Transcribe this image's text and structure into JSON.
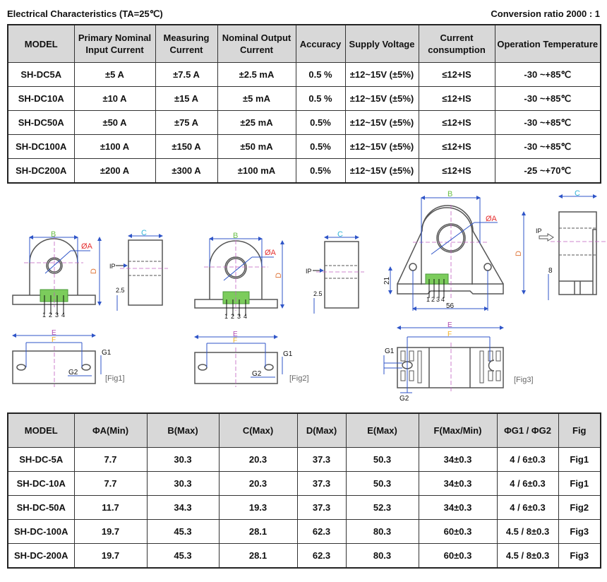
{
  "header": {
    "title": "Electrical Characteristics (TA=25℃)",
    "ratio": "Conversion ratio   2000 : 1"
  },
  "electrical": {
    "columns": [
      "MODEL",
      "Primary Nominal Input Current",
      "Measuring Current",
      "Nominal Output Current",
      "Accuracy",
      "Supply Voltage",
      "Current consumption",
      "Operation Temperature"
    ],
    "rows": [
      [
        "SH-DC5A",
        "±5 A",
        "±7.5 A",
        "±2.5 mA",
        "0.5 %",
        "±12~15V (±5%)",
        "≤12+IS",
        "-30 ~+85℃"
      ],
      [
        "SH-DC10A",
        "±10 A",
        "±15 A",
        "±5 mA",
        "0.5 %",
        "±12~15V (±5%)",
        "≤12+IS",
        "-30 ~+85℃"
      ],
      [
        "SH-DC50A",
        "±50 A",
        "±75 A",
        "±25 mA",
        "0.5%",
        "±12~15V (±5%)",
        "≤12+IS",
        "-30 ~+85℃"
      ],
      [
        "SH-DC100A",
        "±100 A",
        "±150 A",
        "±50 mA",
        "0.5%",
        "±12~15V (±5%)",
        "≤12+IS",
        "-30 ~+85℃"
      ],
      [
        "SH-DC200A",
        "±200 A",
        "±300 A",
        "±100 mA",
        "0.5%",
        "±12~15V (±5%)",
        "≤12+IS",
        "-25 ~+70℃"
      ]
    ]
  },
  "figures": {
    "labels": {
      "A": "ØA",
      "B": "B",
      "C": "C",
      "D": "D",
      "E": "E",
      "F": "F",
      "G1": "G1",
      "G2": "G2",
      "ip": "IP",
      "d25": "2.5",
      "d21": "21",
      "d56": "56",
      "d8": "8",
      "p1": "1",
      "p2": "2",
      "p3": "3",
      "p4": "4"
    },
    "captions": [
      "[Fig1]",
      "[Fig2]",
      "[Fig3]"
    ],
    "colors": {
      "dim": "#2f55c8",
      "A": "#e53030",
      "B": "#6cc04a",
      "C": "#33b5d8",
      "D": "#e07a40",
      "E": "#b04ab0",
      "F": "#f0b020",
      "center": "#c060c0",
      "terminal": "#7ccc5c"
    }
  },
  "dimensions": {
    "columns": [
      "MODEL",
      "ΦA(Min)",
      "B(Max)",
      "C(Max)",
      "D(Max)",
      "E(Max)",
      "F(Max/Min)",
      "ΦG1 / ΦG2",
      "Fig"
    ],
    "rows": [
      [
        "SH-DC-5A",
        "7.7",
        "30.3",
        "20.3",
        "37.3",
        "50.3",
        "34±0.3",
        "4 / 6±0.3",
        "Fig1"
      ],
      [
        "SH-DC-10A",
        "7.7",
        "30.3",
        "20.3",
        "37.3",
        "50.3",
        "34±0.3",
        "4 / 6±0.3",
        "Fig1"
      ],
      [
        "SH-DC-50A",
        "11.7",
        "34.3",
        "19.3",
        "37.3",
        "52.3",
        "34±0.3",
        "4 / 6±0.3",
        "Fig2"
      ],
      [
        "SH-DC-100A",
        "19.7",
        "45.3",
        "28.1",
        "62.3",
        "80.3",
        "60±0.3",
        "4.5 / 8±0.3",
        "Fig3"
      ],
      [
        "SH-DC-200A",
        "19.7",
        "45.3",
        "28.1",
        "62.3",
        "80.3",
        "60±0.3",
        "4.5 / 8±0.3",
        "Fig3"
      ]
    ]
  }
}
